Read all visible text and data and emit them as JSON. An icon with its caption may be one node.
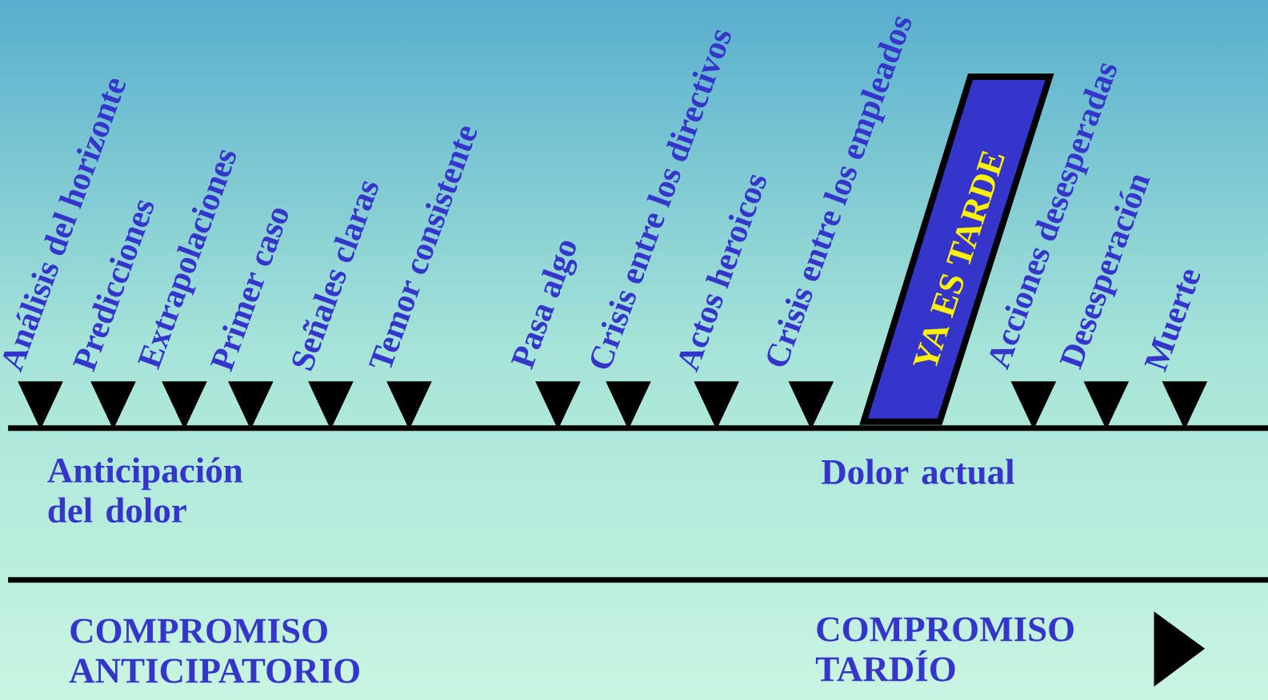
{
  "diagram": {
    "nodes": [
      {
        "text": [
          "YA ES TARDE"
        ]
      }
    ],
    "labels": [
      "Análisis del horizonte",
      "Predicciones",
      "Extrapolaciones",
      "Primer caso",
      "Señales claras",
      "Temor consistente",
      "Pasa algo",
      "Crisis entre los directivos",
      "Actos heroicos",
      "Crisis entre los empleados",
      "Acciones desesperadas",
      "Desesperación",
      "Muerte",
      "Anticipación del dolor",
      "Dolor actual",
      "COMPROMISO ANTICIPATORIO",
      "COMPROMISO TARDÍO"
    ]
  }
}
